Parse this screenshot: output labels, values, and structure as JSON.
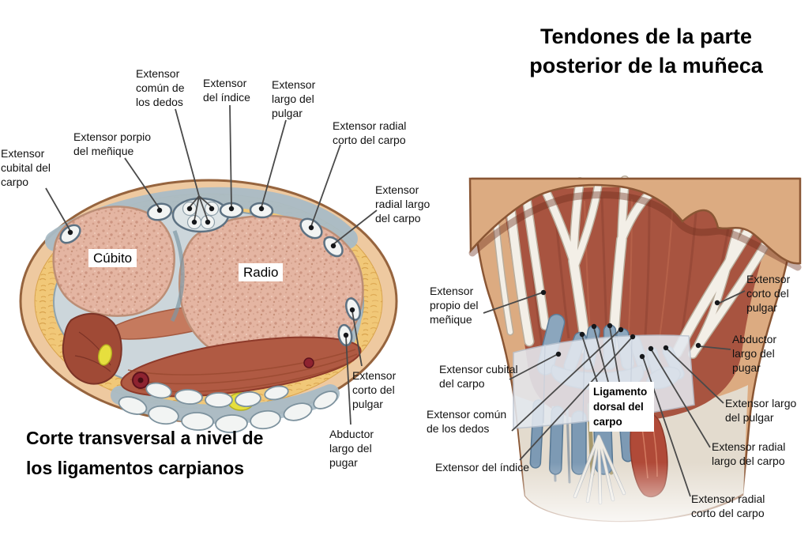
{
  "title": "Tendones de la parte\nposterior de la muñeca",
  "figures": {
    "cross_section": {
      "caption": "Corte transversal a nivel de\nlos ligamentos carpianos",
      "bones": {
        "ulna": "Cúbito",
        "radius": "Radio"
      },
      "labels": [
        {
          "name": "extensor-comun-dedos",
          "text": "Extensor\ncomún de\nlos dedos"
        },
        {
          "name": "extensor-del-indice",
          "text": "Extensor\ndel índice"
        },
        {
          "name": "extensor-largo-pulgar",
          "text": "Extensor\nlargo del\npulgar"
        },
        {
          "name": "extensor-radial-corto",
          "text": "Extensor radial\ncorto del carpo"
        },
        {
          "name": "extensor-radial-largo",
          "text": "Extensor\nradial largo\ndel carpo"
        },
        {
          "name": "extensor-porpio-menique",
          "text": "Extensor porpio\ndel meñique"
        },
        {
          "name": "extensor-cubital-carpo",
          "text": "Extensor\ncubital del\ncarpo"
        },
        {
          "name": "extensor-corto-pulgar",
          "text": "Extensor\ncorto del\npulgar"
        },
        {
          "name": "abductor-largo-pugar",
          "text": "Abductor\nlargo del\npugar"
        }
      ]
    },
    "dorsal_view": {
      "ligament_label": "Ligamento\ndorsal del\ncarpo",
      "labels": [
        {
          "name": "extensor-propio-menique",
          "text": "Extensor\npropio del\nmeñique"
        },
        {
          "name": "extensor-cubital-carpo",
          "text": "Extensor cubital\ndel carpo"
        },
        {
          "name": "extensor-comun-dedos",
          "text": "Extensor común\nde los dedos"
        },
        {
          "name": "extensor-del-indice",
          "text": "Extensor del índice"
        },
        {
          "name": "extensor-corto-pulgar",
          "text": "Extensor\ncorto del\npulgar"
        },
        {
          "name": "abductor-largo-pugar",
          "text": "Abductor\nlargo del\npugar"
        },
        {
          "name": "extensor-largo-pulgar",
          "text": "Extensor largo\ndel pulgar"
        },
        {
          "name": "extensor-radial-largo",
          "text": "Extensor radial\nlargo del carpo"
        },
        {
          "name": "extensor-radial-corto",
          "text": "Extensor radial\ncorto del carpo"
        }
      ]
    }
  },
  "palette": {
    "skin": "#dcab81",
    "skin_outline": "#8a5634",
    "fat": "#f1c878",
    "fascia": "#ccd6db",
    "bone": "#e4b5a2",
    "muscle": "#a85440",
    "muscle_dark": "#8e3a2a",
    "tendon_white": "#f3efe7",
    "tendon_blue": "#8ba6bd",
    "ligament_band": "#e4e9f0",
    "label_text": "#121212",
    "leader_line": "#4a4a4a"
  }
}
